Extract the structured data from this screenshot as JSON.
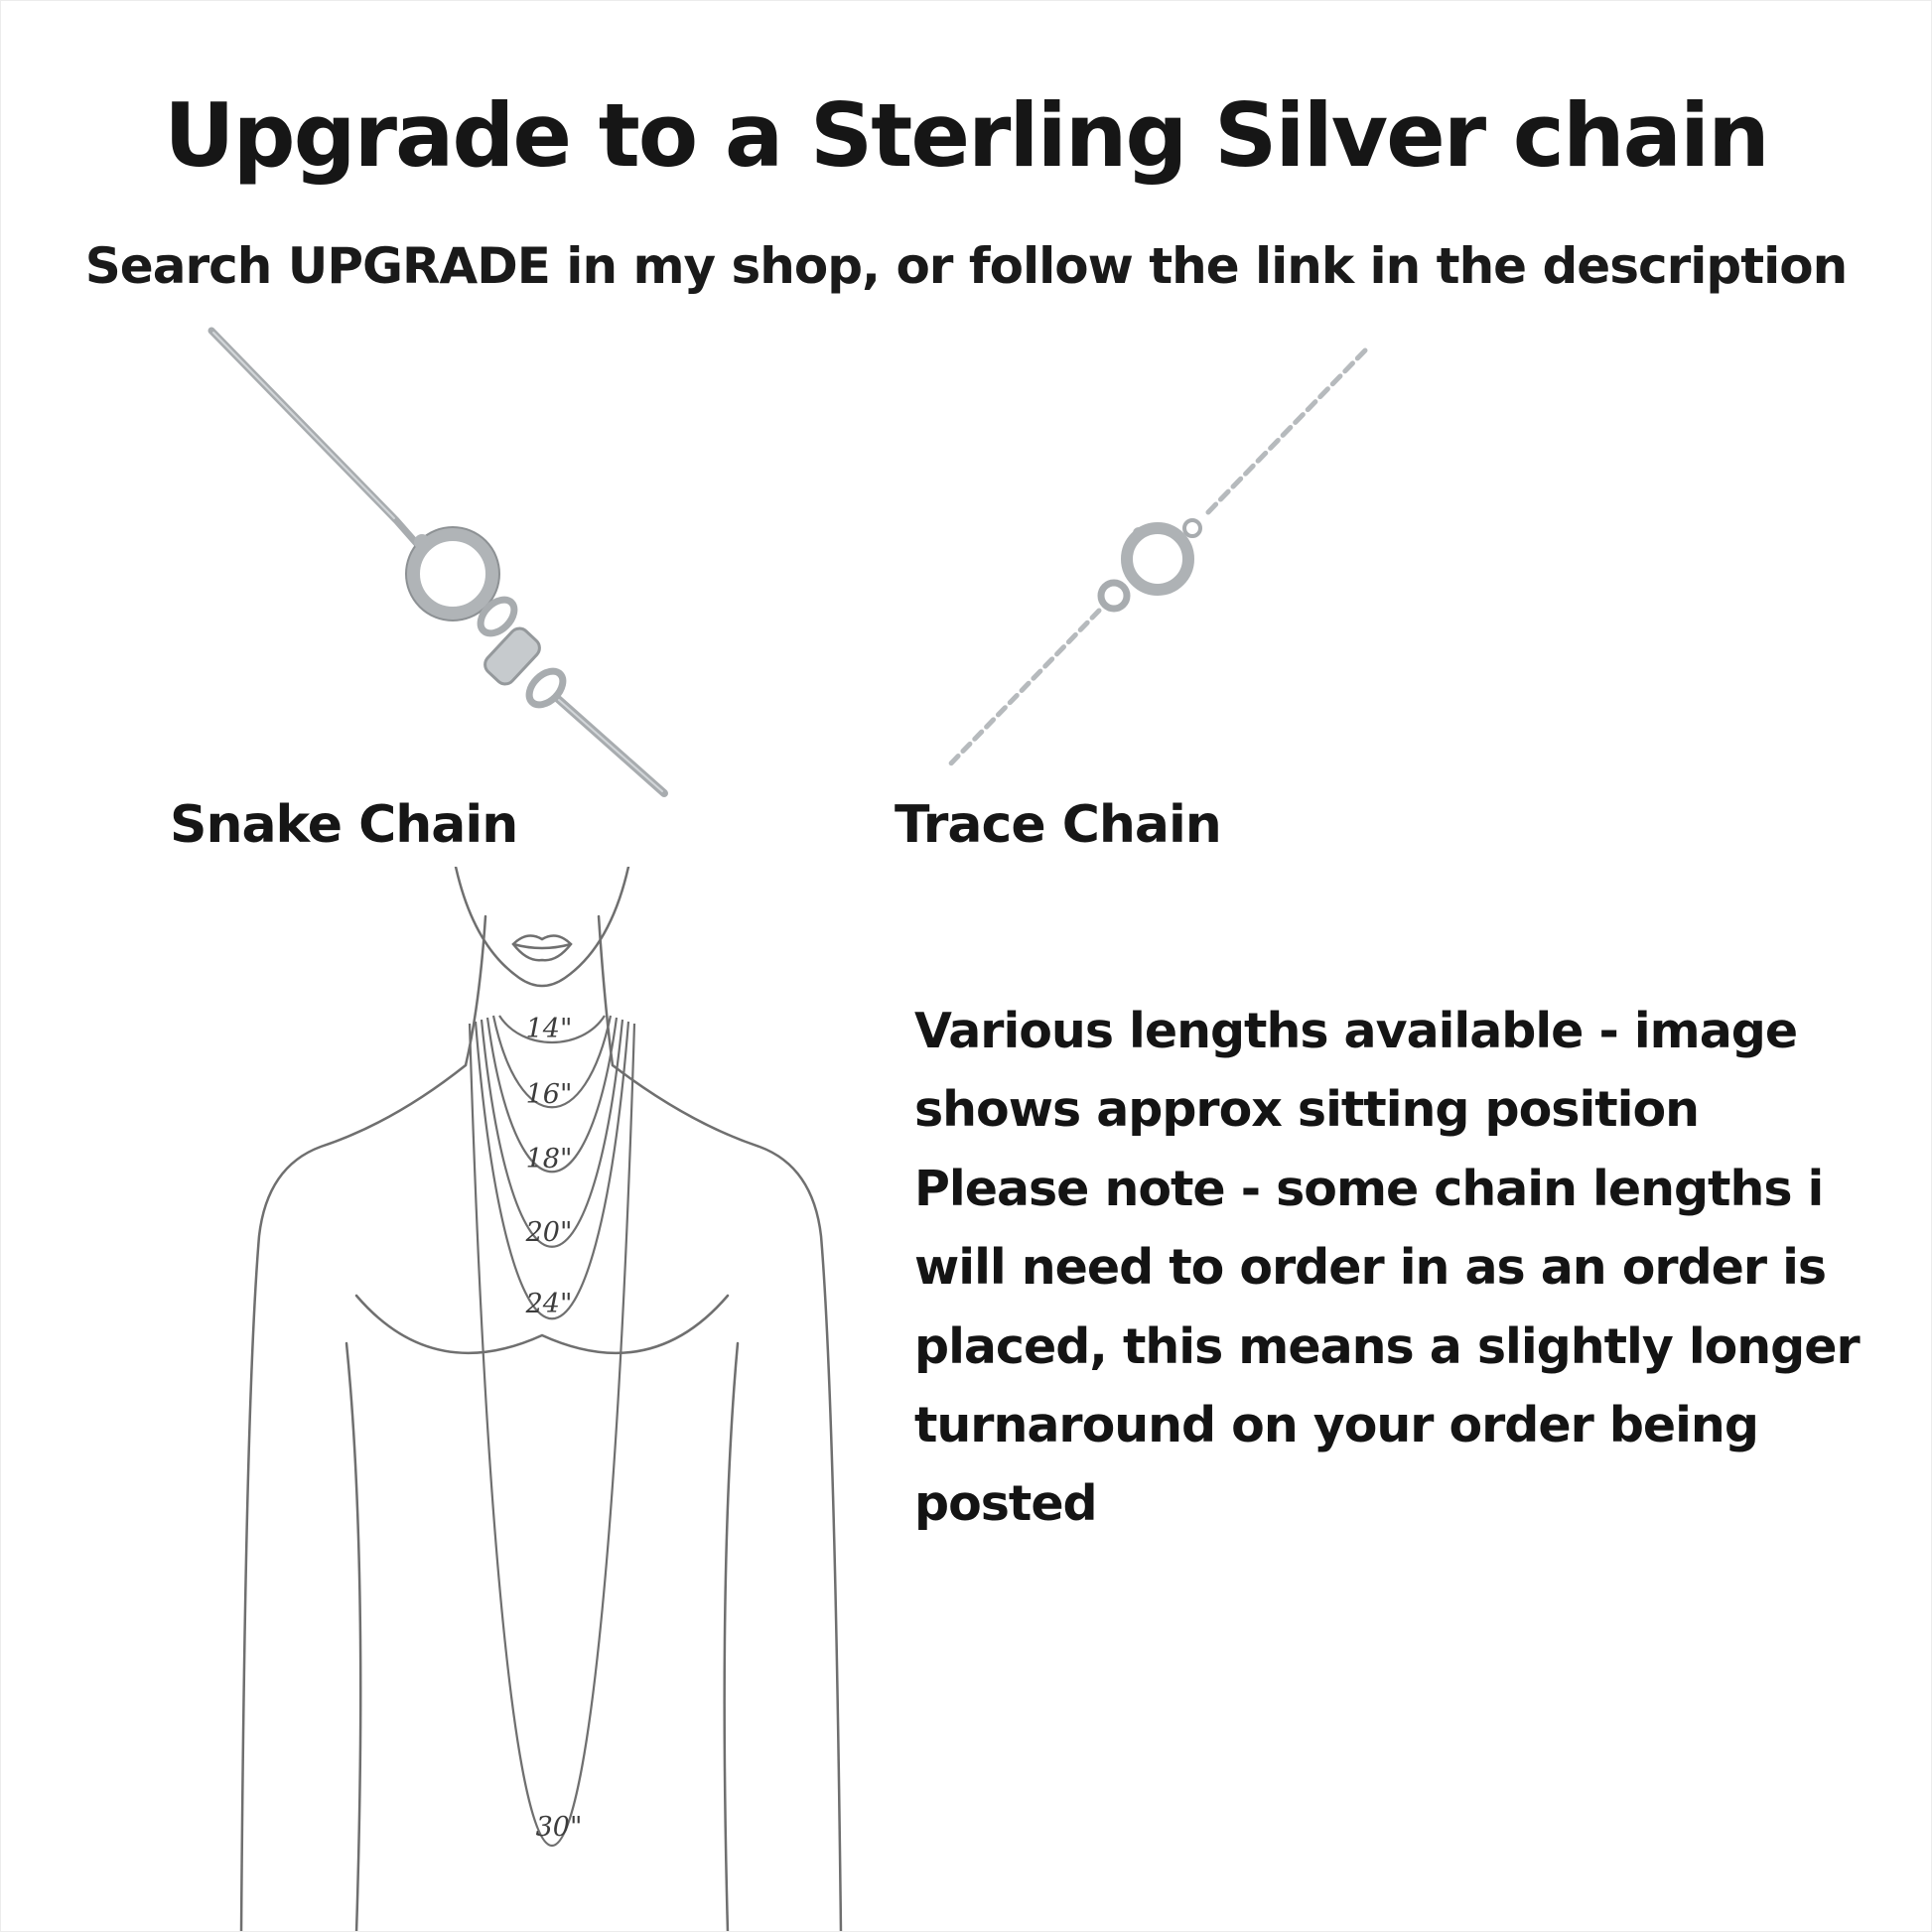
{
  "page": {
    "title": "Upgrade to a Sterling Silver chain",
    "subtitle": "Search UPGRADE in my shop, or follow the link in the description"
  },
  "chains": {
    "snake_label": "Snake Chain",
    "trace_label": "Trace Chain"
  },
  "diagram": {
    "lengths": [
      "14\"",
      "16\"",
      "18\"",
      "20\"",
      "24\"",
      "30\""
    ]
  },
  "info": {
    "paragraph": "Various lengths available - image\nshows approx sitting position\nPlease note - some chain lengths i\nwill need to order in as an order is\nplaced, this means a slightly longer\nturnaround on your order being\nposted"
  },
  "colors": {
    "silver_light": "#c6cacd",
    "silver_mid": "#aeb2b5",
    "silver_dark": "#95999c",
    "sketch_line": "#6f6f6f",
    "text": "#141414"
  }
}
